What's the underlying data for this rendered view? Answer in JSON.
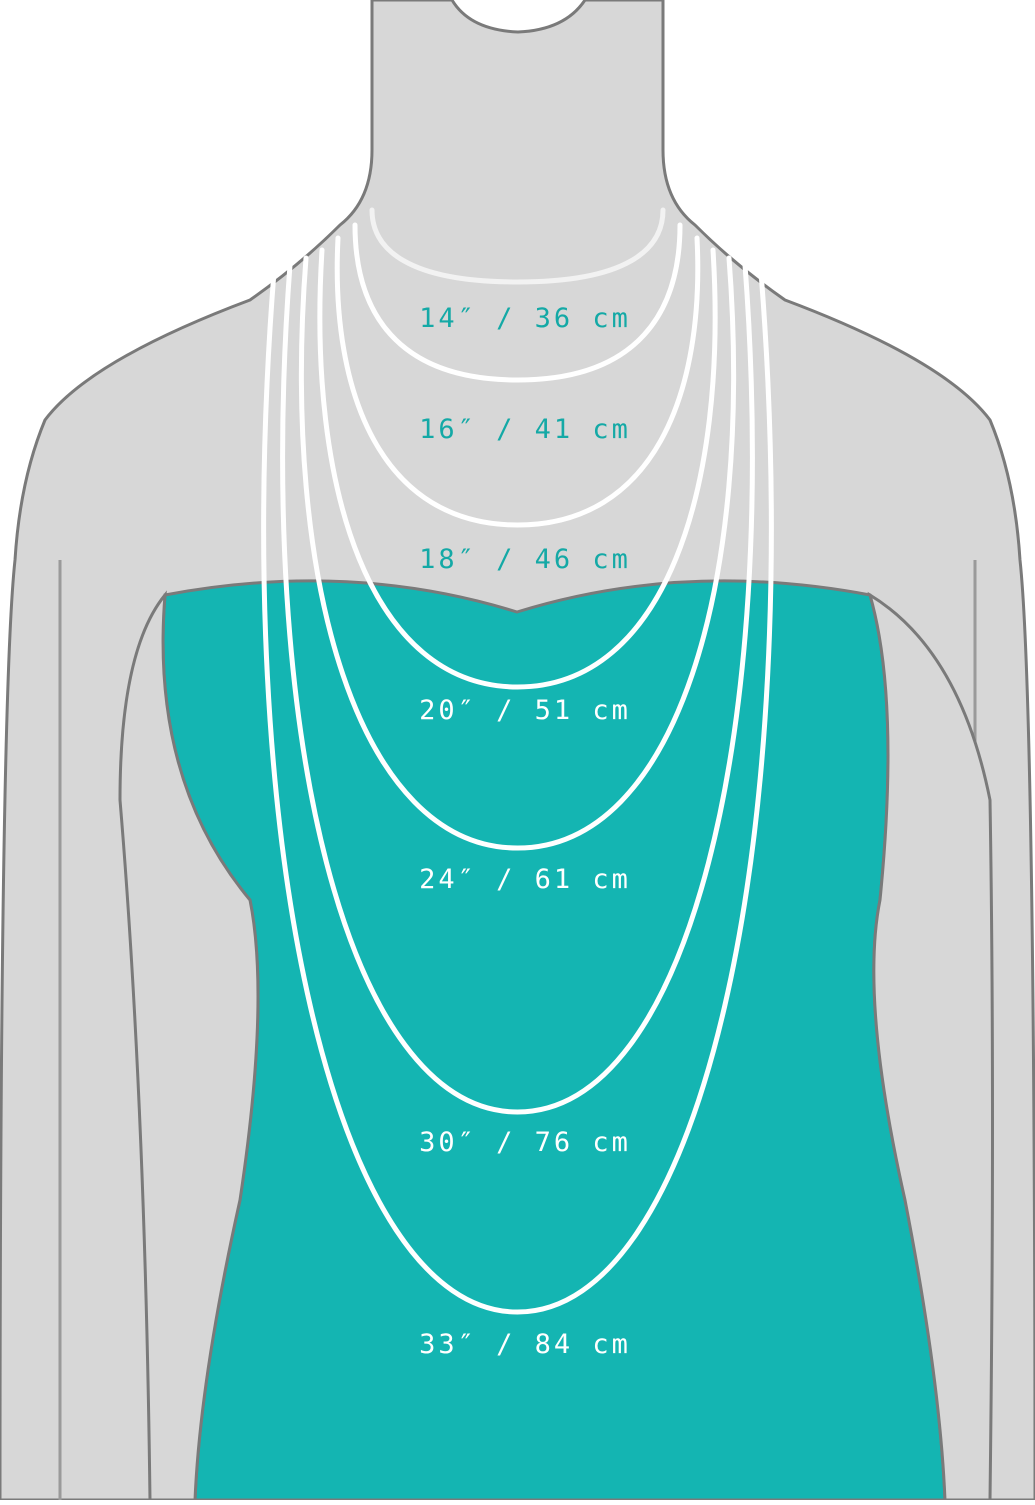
{
  "colors": {
    "mannequin": "#d7d7d7",
    "outline": "#7a7a7a",
    "dress": "#14b5b2",
    "chain": "#ffffff",
    "label_on_body": "#14a9a6",
    "label_on_dress": "#ffffff"
  },
  "necklaces": [
    {
      "label": "14″ / 36 cm",
      "inches": 14,
      "cm": 36
    },
    {
      "label": "16″ / 41 cm",
      "inches": 16,
      "cm": 41
    },
    {
      "label": "18″ / 46 cm",
      "inches": 18,
      "cm": 46
    },
    {
      "label": "20″ / 51 cm",
      "inches": 20,
      "cm": 51
    },
    {
      "label": "24″ / 61 cm",
      "inches": 24,
      "cm": 61
    },
    {
      "label": "30″ / 76 cm",
      "inches": 30,
      "cm": 76
    },
    {
      "label": "33″ / 84 cm",
      "inches": 33,
      "cm": 84
    }
  ]
}
